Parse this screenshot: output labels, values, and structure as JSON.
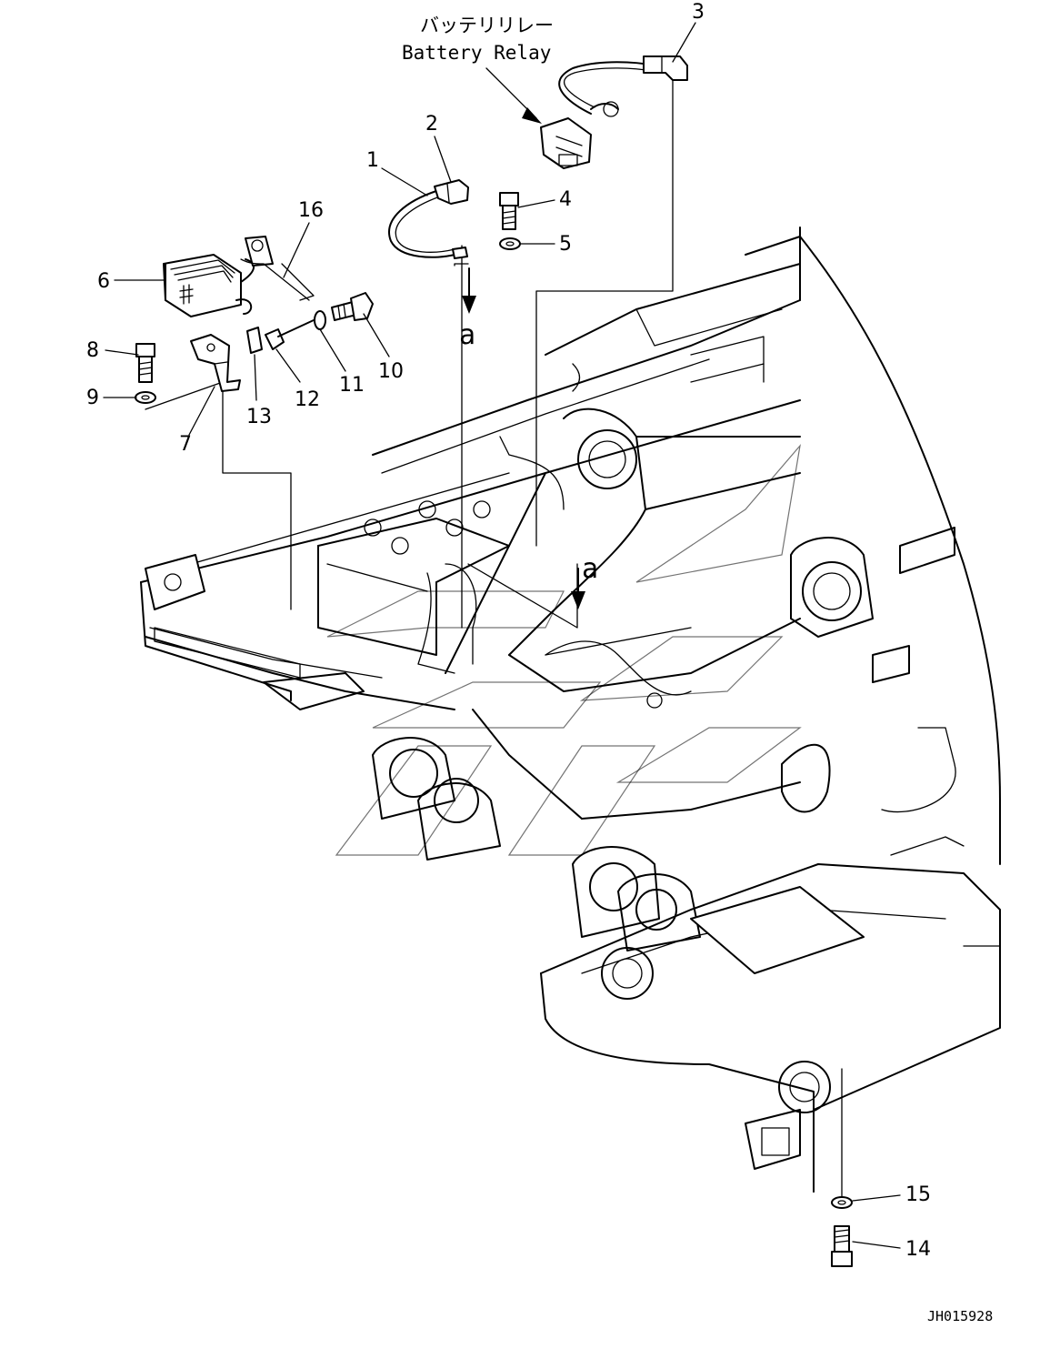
{
  "title_jp": "バッテリリレー",
  "title_en": "Battery Relay",
  "drawing_code": "JH015928",
  "view_marker": "a",
  "callouts": [
    {
      "id": "1",
      "label": "1"
    },
    {
      "id": "2",
      "label": "2"
    },
    {
      "id": "3",
      "label": "3"
    },
    {
      "id": "4",
      "label": "4"
    },
    {
      "id": "5",
      "label": "5"
    },
    {
      "id": "6",
      "label": "6"
    },
    {
      "id": "7",
      "label": "7"
    },
    {
      "id": "8",
      "label": "8"
    },
    {
      "id": "9",
      "label": "9"
    },
    {
      "id": "10",
      "label": "10"
    },
    {
      "id": "11",
      "label": "11"
    },
    {
      "id": "12",
      "label": "12"
    },
    {
      "id": "13",
      "label": "13"
    },
    {
      "id": "14",
      "label": "14"
    },
    {
      "id": "15",
      "label": "15"
    },
    {
      "id": "16",
      "label": "16"
    }
  ]
}
